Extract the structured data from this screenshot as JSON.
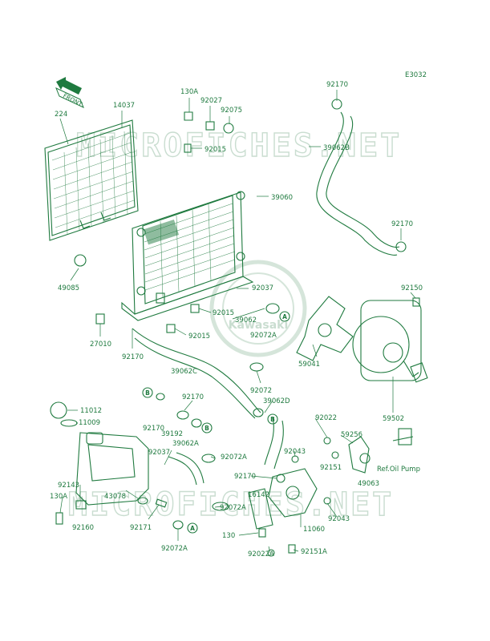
{
  "diagram_code": "E3032",
  "front_label": "FRONT",
  "watermarks": [
    "MICROFICHES.NET",
    "MICROFICHES.NET"
  ],
  "seal_text": "Kawasaki",
  "callouts": {
    "A": "A",
    "B": "B"
  },
  "labels": [
    {
      "id": "p224",
      "text": "224"
    },
    {
      "id": "p14037",
      "text": "14037"
    },
    {
      "id": "p130A_top",
      "text": "130A"
    },
    {
      "id": "p92027",
      "text": "92027"
    },
    {
      "id": "p92075",
      "text": "92075"
    },
    {
      "id": "p92015_top",
      "text": "92015"
    },
    {
      "id": "p92170_top",
      "text": "92170"
    },
    {
      "id": "p39062B",
      "text": "39062B"
    },
    {
      "id": "p39060",
      "text": "39060"
    },
    {
      "id": "p92170_right",
      "text": "92170"
    },
    {
      "id": "p49085",
      "text": "49085"
    },
    {
      "id": "p92037_mid",
      "text": "92037"
    },
    {
      "id": "p92150",
      "text": "92150"
    },
    {
      "id": "p92015_mid",
      "text": "92015"
    },
    {
      "id": "p39062",
      "text": "39062"
    },
    {
      "id": "p92072A_mid",
      "text": "92072A"
    },
    {
      "id": "p92015_low",
      "text": "92015"
    },
    {
      "id": "p27010",
      "text": "27010"
    },
    {
      "id": "p59041",
      "text": "59041"
    },
    {
      "id": "p92170_left",
      "text": "92170"
    },
    {
      "id": "p39062C",
      "text": "39062C"
    },
    {
      "id": "p92072",
      "text": "92072"
    },
    {
      "id": "p59502",
      "text": "59502"
    },
    {
      "id": "p39062D",
      "text": "39062D"
    },
    {
      "id": "p11012",
      "text": "11012"
    },
    {
      "id": "p11009",
      "text": "11009"
    },
    {
      "id": "p92170_hose",
      "text": "92170"
    },
    {
      "id": "p92170_clamp",
      "text": "92170"
    },
    {
      "id": "p39192",
      "text": "39192"
    },
    {
      "id": "p92022",
      "text": "92022"
    },
    {
      "id": "p59256",
      "text": "59256"
    },
    {
      "id": "p39062A",
      "text": "39062A"
    },
    {
      "id": "p92037_low",
      "text": "92037"
    },
    {
      "id": "p92072A_low",
      "text": "92072A"
    },
    {
      "id": "p92043_a",
      "text": "92043"
    },
    {
      "id": "p92151",
      "text": "92151"
    },
    {
      "id": "pRefOil",
      "text": "Ref.Oil Pump"
    },
    {
      "id": "p49063",
      "text": "49063"
    },
    {
      "id": "p92170_pump",
      "text": "92170"
    },
    {
      "id": "p92143",
      "text": "92143"
    },
    {
      "id": "p16142",
      "text": "16142"
    },
    {
      "id": "p43078",
      "text": "43078"
    },
    {
      "id": "p130A_low",
      "text": "130A"
    },
    {
      "id": "p92072A_b",
      "text": "92072A"
    },
    {
      "id": "p92043_b",
      "text": "92043"
    },
    {
      "id": "p92160",
      "text": "92160"
    },
    {
      "id": "p92171",
      "text": "92171"
    },
    {
      "id": "p11060",
      "text": "11060"
    },
    {
      "id": "p130",
      "text": "130"
    },
    {
      "id": "p92072A_c",
      "text": "92072A"
    },
    {
      "id": "p92022A",
      "text": "92022A"
    },
    {
      "id": "p92151A",
      "text": "92151A"
    }
  ]
}
